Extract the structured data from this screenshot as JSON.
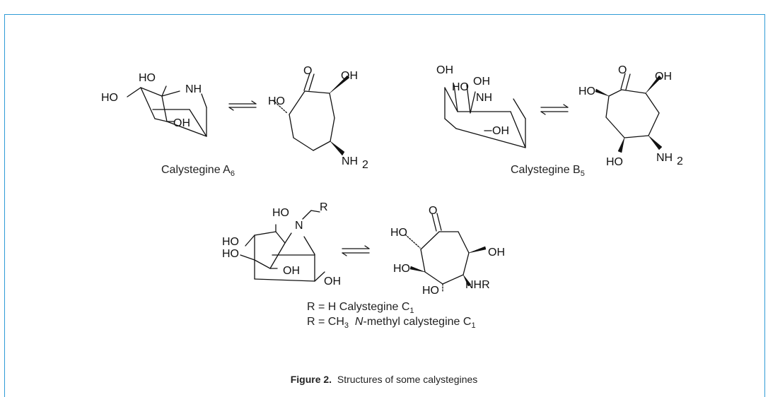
{
  "figure": {
    "label": "Figure 2.",
    "title": "Structures of some calystegines"
  },
  "compounds": [
    {
      "name": "Calystegine A",
      "subscript": "6"
    },
    {
      "name": "Calystegine B",
      "subscript": "5"
    }
  ],
  "c1_labels": [
    {
      "prefix": "R = H Calystegine C",
      "subscript": "1"
    },
    {
      "prefix": "R = CH",
      "sub_mid": "3",
      "italic": "N",
      "suffix": "-methyl calystegine C",
      "subscript": "1"
    }
  ],
  "atoms": {
    "ho": "HO",
    "oh": "OH",
    "nh": "NH",
    "n": "N",
    "r": "R",
    "o": "O",
    "nh2": "NH",
    "nh2_sub": "2",
    "nhr": "NHR"
  }
}
